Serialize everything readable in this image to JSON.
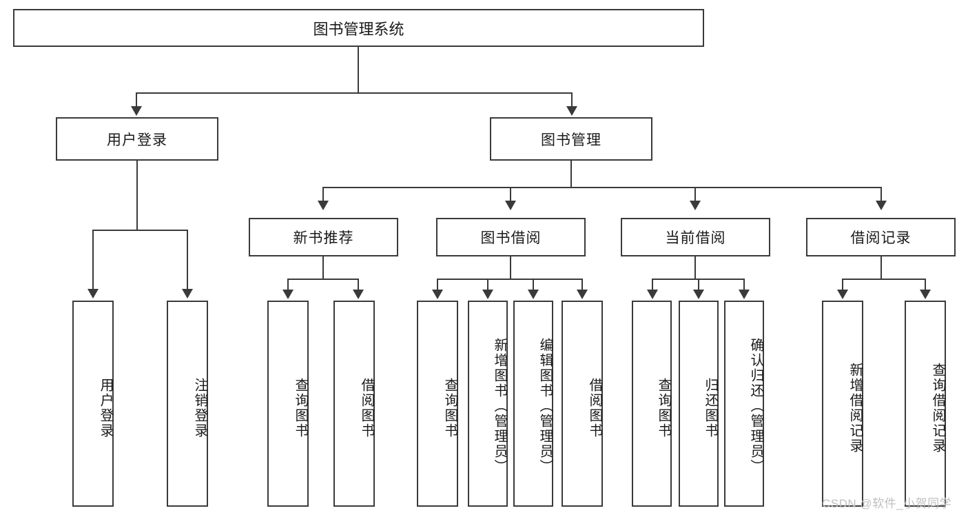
{
  "diagram": {
    "type": "hierarchy-tree",
    "title": "图书管理系统",
    "root": {
      "label": "图书管理系统"
    },
    "level1": [
      {
        "id": "user-login",
        "label": "用户登录"
      },
      {
        "id": "book-management",
        "label": "图书管理"
      }
    ],
    "level2": [
      {
        "id": "new-book-recommend",
        "label": "新书推荐",
        "parent": "book-management"
      },
      {
        "id": "book-borrow",
        "label": "图书借阅",
        "parent": "book-management"
      },
      {
        "id": "current-borrow",
        "label": "当前借阅",
        "parent": "book-management"
      },
      {
        "id": "borrow-record",
        "label": "借阅记录",
        "parent": "book-management"
      }
    ],
    "leaves": {
      "user_login": [
        {
          "id": "leaf-user-login",
          "label": "用户登录"
        },
        {
          "id": "leaf-logout",
          "label": "注销登录"
        }
      ],
      "new_book_recommend": [
        {
          "id": "leaf-query-book-1",
          "label": "查询图书"
        },
        {
          "id": "leaf-borrow-book-1",
          "label": "借阅图书"
        }
      ],
      "book_borrow": [
        {
          "id": "leaf-query-book-2",
          "label": "查询图书"
        },
        {
          "id": "leaf-add-book",
          "label": "新增图书（管理员）"
        },
        {
          "id": "leaf-edit-book",
          "label": "编辑图书（管理员）"
        },
        {
          "id": "leaf-borrow-book-2",
          "label": "借阅图书"
        }
      ],
      "current_borrow": [
        {
          "id": "leaf-query-book-3",
          "label": "查询图书"
        },
        {
          "id": "leaf-return-book",
          "label": "归还图书"
        },
        {
          "id": "leaf-confirm-return",
          "label": "确认归还（管理员）"
        }
      ],
      "borrow_record": [
        {
          "id": "leaf-add-record",
          "label": "新增借阅记录"
        },
        {
          "id": "leaf-query-record",
          "label": "查询借阅记录"
        }
      ]
    }
  },
  "watermark": {
    "text": "CSDN @软件_小贺同学"
  },
  "colors": {
    "stroke": "#3a3a3a",
    "background": "#ffffff",
    "text": "#1a1a1a",
    "watermark": "#bfbfbf"
  }
}
